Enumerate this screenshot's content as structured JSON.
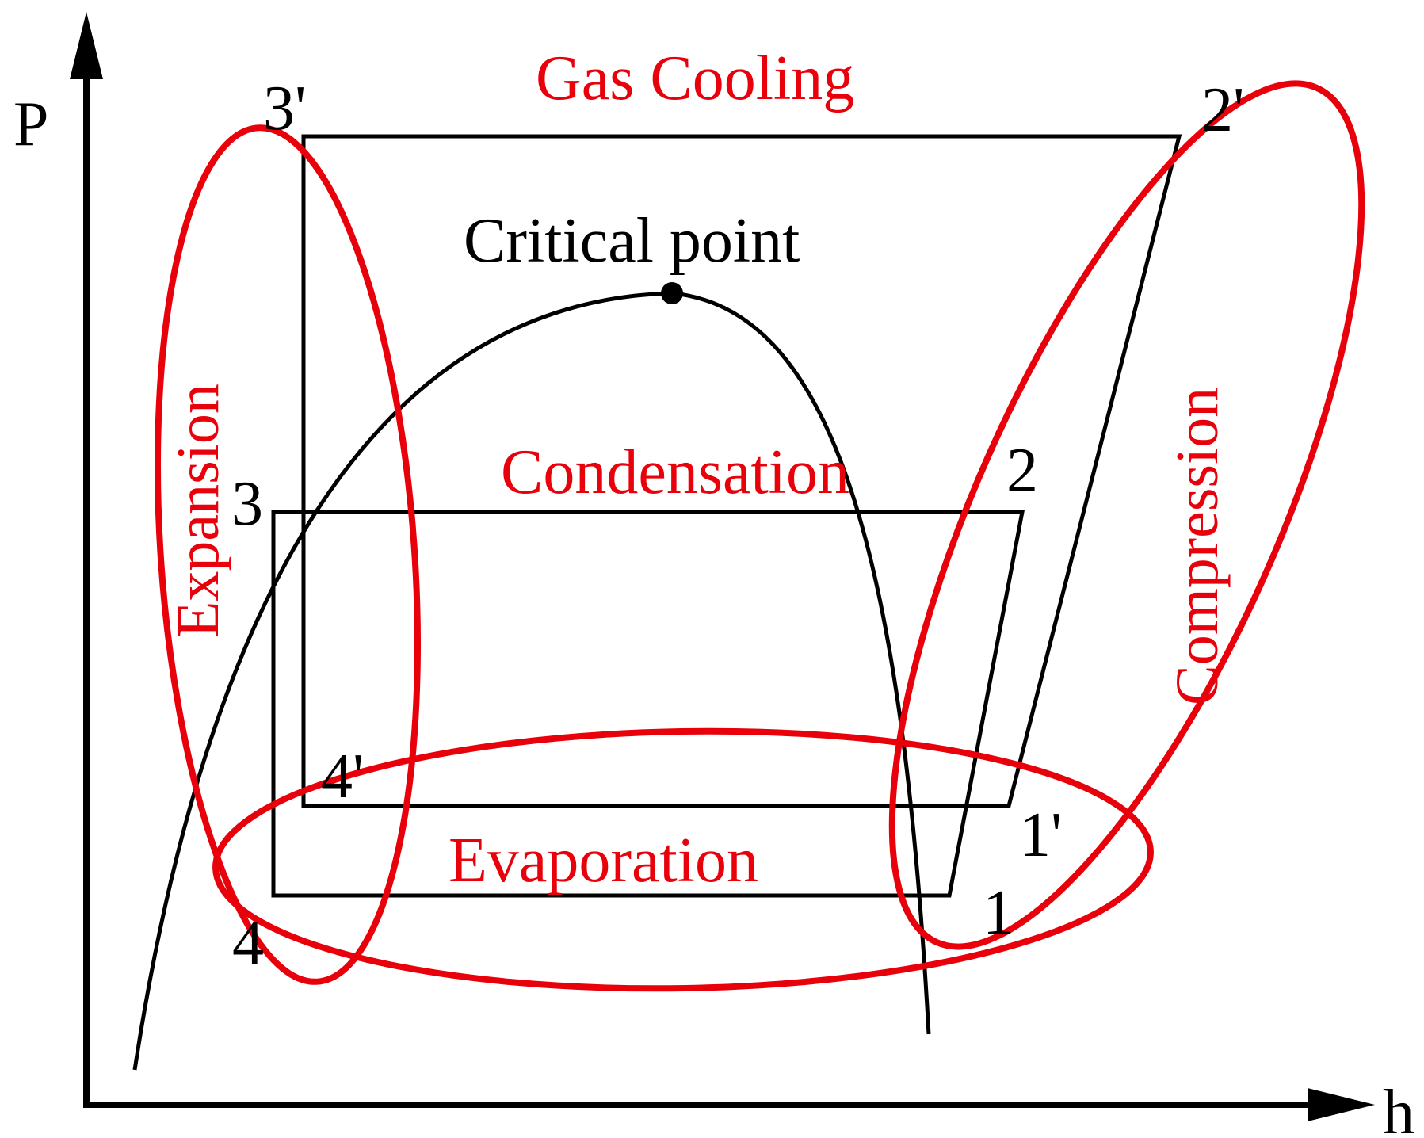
{
  "diagram": {
    "axes": {
      "y_label": "P",
      "x_label": "h"
    },
    "critical_point_label": "Critical point",
    "state_points": {
      "p1": "1",
      "p1p": "1'",
      "p2": "2",
      "p2p": "2'",
      "p3": "3",
      "p3p": "3'",
      "p4": "4",
      "p4p": "4'"
    },
    "processes": {
      "gas_cooling": "Gas Cooling",
      "condensation": "Condensation",
      "evaporation": "Evaporation",
      "expansion": "Expansion",
      "compression": "Compression"
    },
    "colors": {
      "process_outline": "#e8000b",
      "cycle_line": "#000000"
    }
  }
}
